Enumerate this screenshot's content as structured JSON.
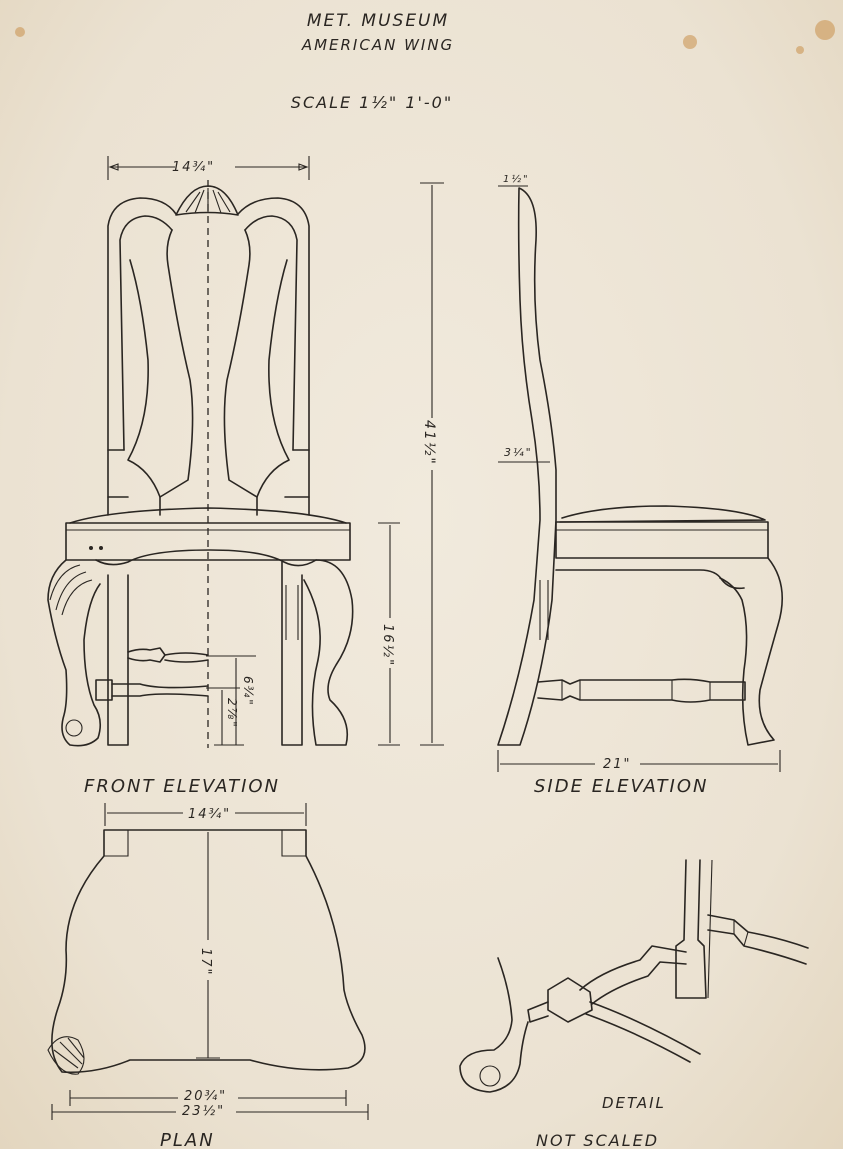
{
  "header": {
    "line1": "MET. MUSEUM",
    "line2": "AMERICAN WING",
    "scale": "SCALE 1½\" 1'-0\""
  },
  "views": {
    "front": "FRONT ELEVATION",
    "side": "SIDE ELEVATION",
    "plan": "PLAN",
    "detail": "DETAIL",
    "detail_note": "NOT SCALED"
  },
  "dimensions": {
    "front_width": "14¾\"",
    "total_height": "41½\"",
    "seat_height": "16½\"",
    "stretcher_high": "6¾\"",
    "stretcher_low": "2⅞\"",
    "top_rail": "1½\"",
    "back_thickness": "3¼\"",
    "side_depth": "21\"",
    "plan_back_width": "14¾\"",
    "plan_depth": "17\"",
    "plan_front_inner": "20¾\"",
    "plan_front_outer": "23½\""
  },
  "colors": {
    "paper": "#ece4d6",
    "ink": "#2a2622",
    "stain": "#c98f4a"
  }
}
